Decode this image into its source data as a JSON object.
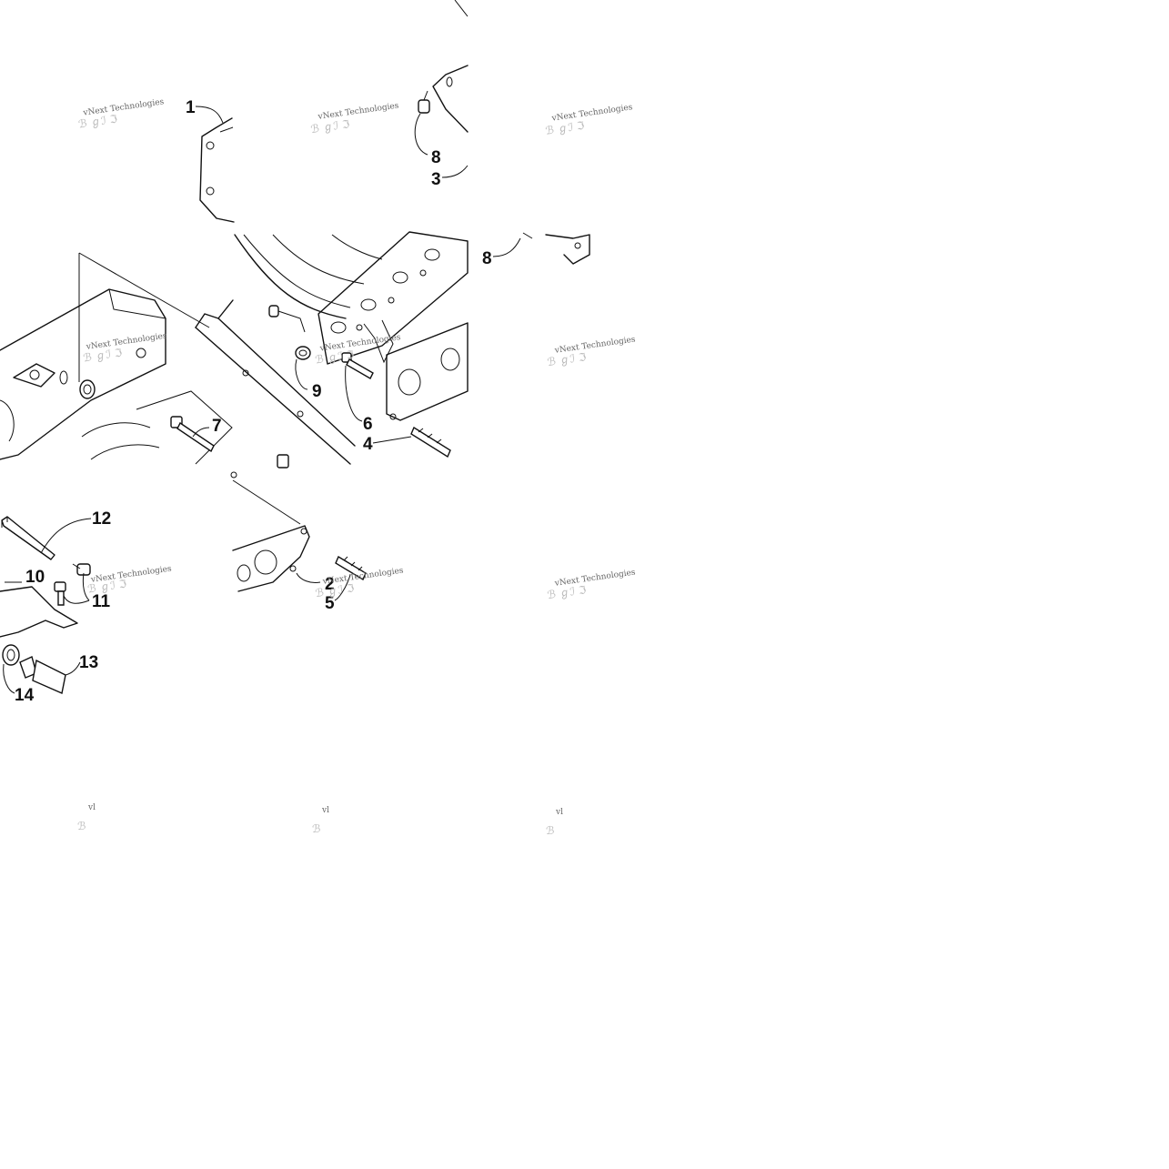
{
  "callouts": {
    "c1": "1",
    "c2": "2",
    "c3": "3",
    "c4": "4",
    "c5": "5",
    "c6": "6",
    "c7": "7",
    "c8a": "8",
    "c8b": "8",
    "c9": "9",
    "c10": "10",
    "c11": "11",
    "c12": "12",
    "c13": "13",
    "c14": "14"
  },
  "watermark": {
    "text": "vNext Technologies",
    "short": "vl"
  }
}
